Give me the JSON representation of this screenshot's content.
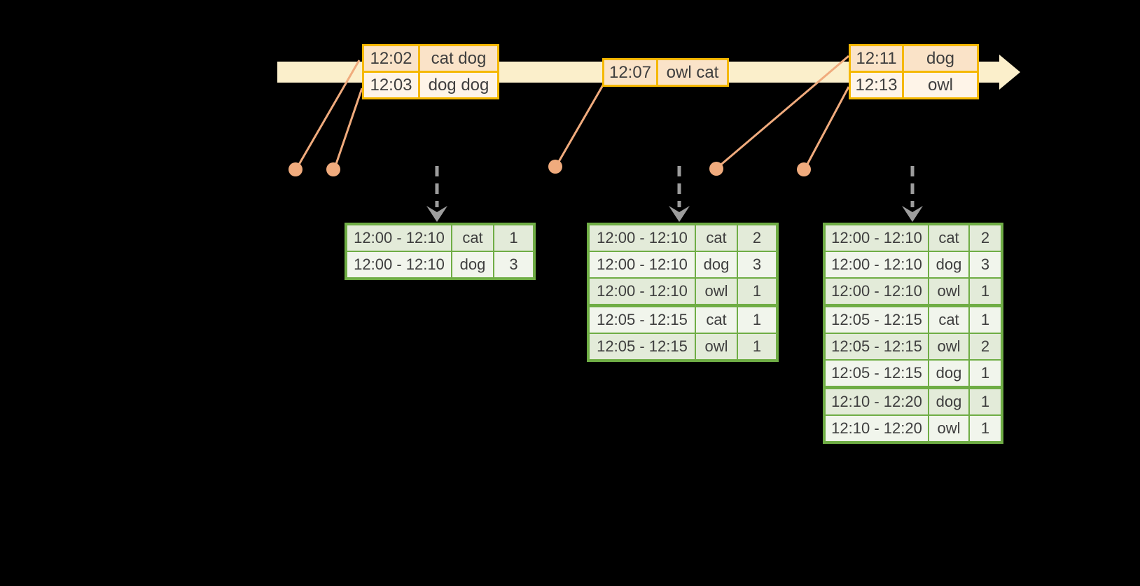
{
  "colors": {
    "background": "#000000",
    "timeline": "#FBEFCB",
    "event_border": "#F5B800",
    "event_row_odd": "#FAE3C8",
    "event_row_even": "#FEF4E8",
    "connector": "#F0AB7D",
    "trigger_arrow": "#9D9D9D",
    "result_border": "#6FAD45",
    "result_row_odd": "#E3EBD9",
    "result_row_even": "#F1F5EC",
    "text": "#3E3E3E"
  },
  "event_tables": [
    {
      "rows": [
        {
          "time": "12:02",
          "words": "cat dog"
        },
        {
          "time": "12:03",
          "words": "dog dog"
        }
      ]
    },
    {
      "rows": [
        {
          "time": "12:07",
          "words": "owl cat"
        }
      ]
    },
    {
      "rows": [
        {
          "time": "12:11",
          "words": "dog"
        },
        {
          "time": "12:13",
          "words": "owl"
        }
      ]
    }
  ],
  "result_tables": [
    {
      "rows": [
        {
          "window": "12:00 - 12:10",
          "word": "cat",
          "count": "1"
        },
        {
          "window": "12:00 - 12:10",
          "word": "dog",
          "count": "3"
        }
      ]
    },
    {
      "rows": [
        {
          "window": "12:00 - 12:10",
          "word": "cat",
          "count": "2"
        },
        {
          "window": "12:00 - 12:10",
          "word": "dog",
          "count": "3"
        },
        {
          "window": "12:00 - 12:10",
          "word": "owl",
          "count": "1"
        },
        {
          "window": "12:05 - 12:15",
          "word": "cat",
          "count": "1"
        },
        {
          "window": "12:05 - 12:15",
          "word": "owl",
          "count": "1"
        }
      ]
    },
    {
      "rows": [
        {
          "window": "12:00 - 12:10",
          "word": "cat",
          "count": "2"
        },
        {
          "window": "12:00 - 12:10",
          "word": "dog",
          "count": "3"
        },
        {
          "window": "12:00 - 12:10",
          "word": "owl",
          "count": "1"
        },
        {
          "window": "12:05 - 12:15",
          "word": "cat",
          "count": "1"
        },
        {
          "window": "12:05 - 12:15",
          "word": "owl",
          "count": "2"
        },
        {
          "window": "12:05 - 12:15",
          "word": "dog",
          "count": "1"
        },
        {
          "window": "12:10 - 12:20",
          "word": "dog",
          "count": "1"
        },
        {
          "window": "12:10 - 12:20",
          "word": "owl",
          "count": "1"
        }
      ]
    }
  ]
}
